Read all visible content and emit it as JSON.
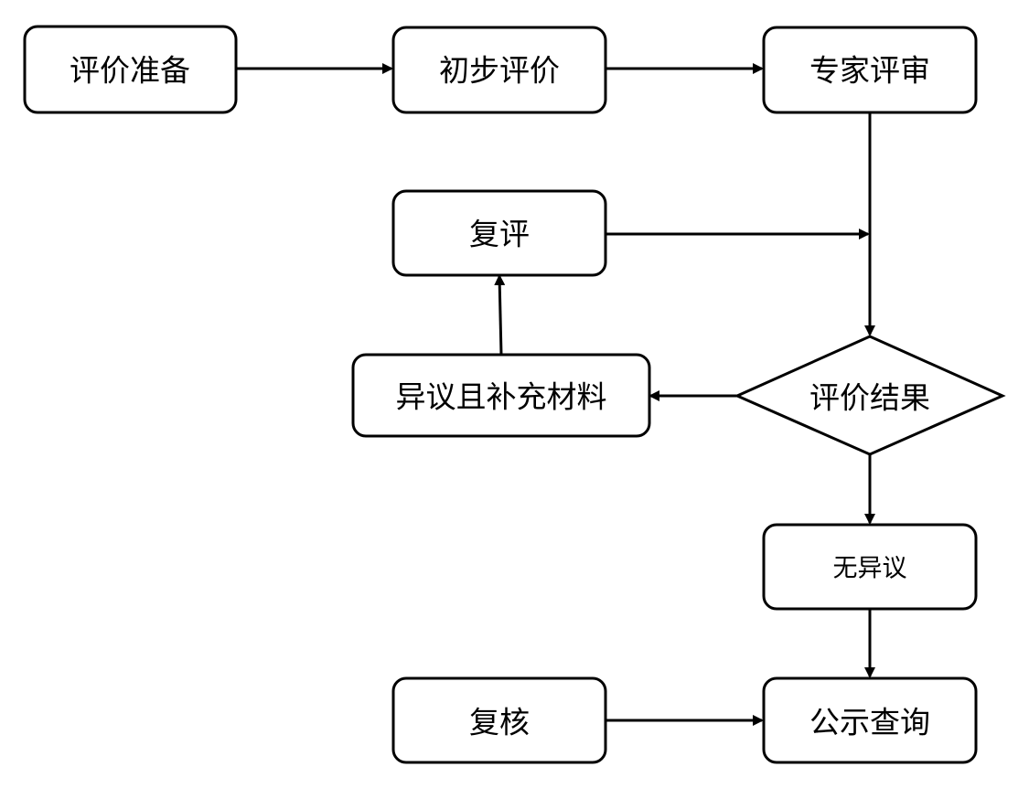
{
  "nodes": {
    "prepare": "评价准备",
    "initial": "初步评价",
    "expert": "专家评审",
    "re_evaluate": "复评",
    "objection": "异议且补充材料",
    "result": "评价结果",
    "no_objection": "无异议",
    "recheck": "复核",
    "publish": "公示查询"
  },
  "colors": {
    "stroke": "#000000",
    "fill": "#ffffff",
    "text": "#000000"
  }
}
